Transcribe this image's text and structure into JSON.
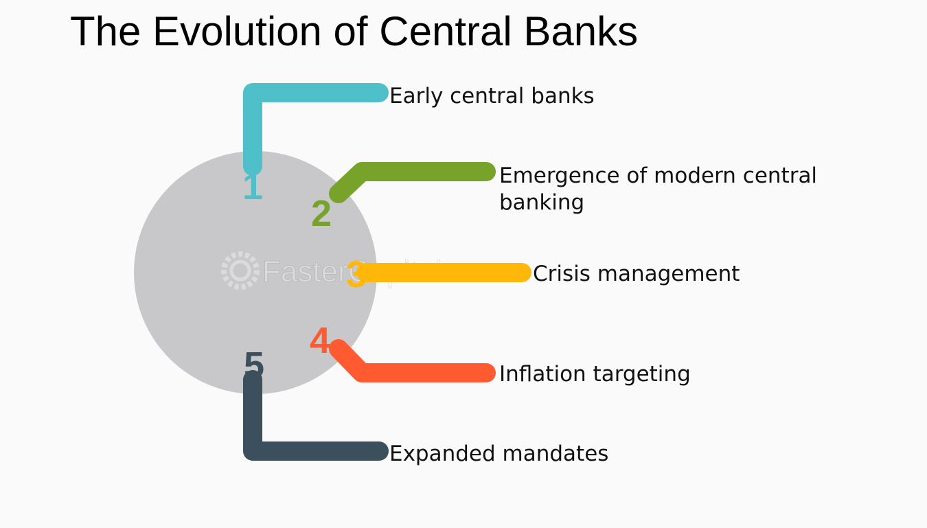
{
  "title": "The Evolution of Central Banks",
  "steps": [
    {
      "number": "1",
      "label": "Early central banks",
      "color": "#4fbfc9"
    },
    {
      "number": "2",
      "label": "Emergence of modern central banking",
      "color": "#77a32a"
    },
    {
      "number": "3",
      "label": "Crisis management",
      "color": "#ffb80a"
    },
    {
      "number": "4",
      "label": "Inflation targeting",
      "color": "#ff5a30"
    },
    {
      "number": "5",
      "label": "Expanded mandates",
      "color": "#3b4f5c"
    }
  ],
  "watermark": "FasterCapital",
  "colors": {
    "background": "#fafafa",
    "hub": "#c8c8ca"
  }
}
